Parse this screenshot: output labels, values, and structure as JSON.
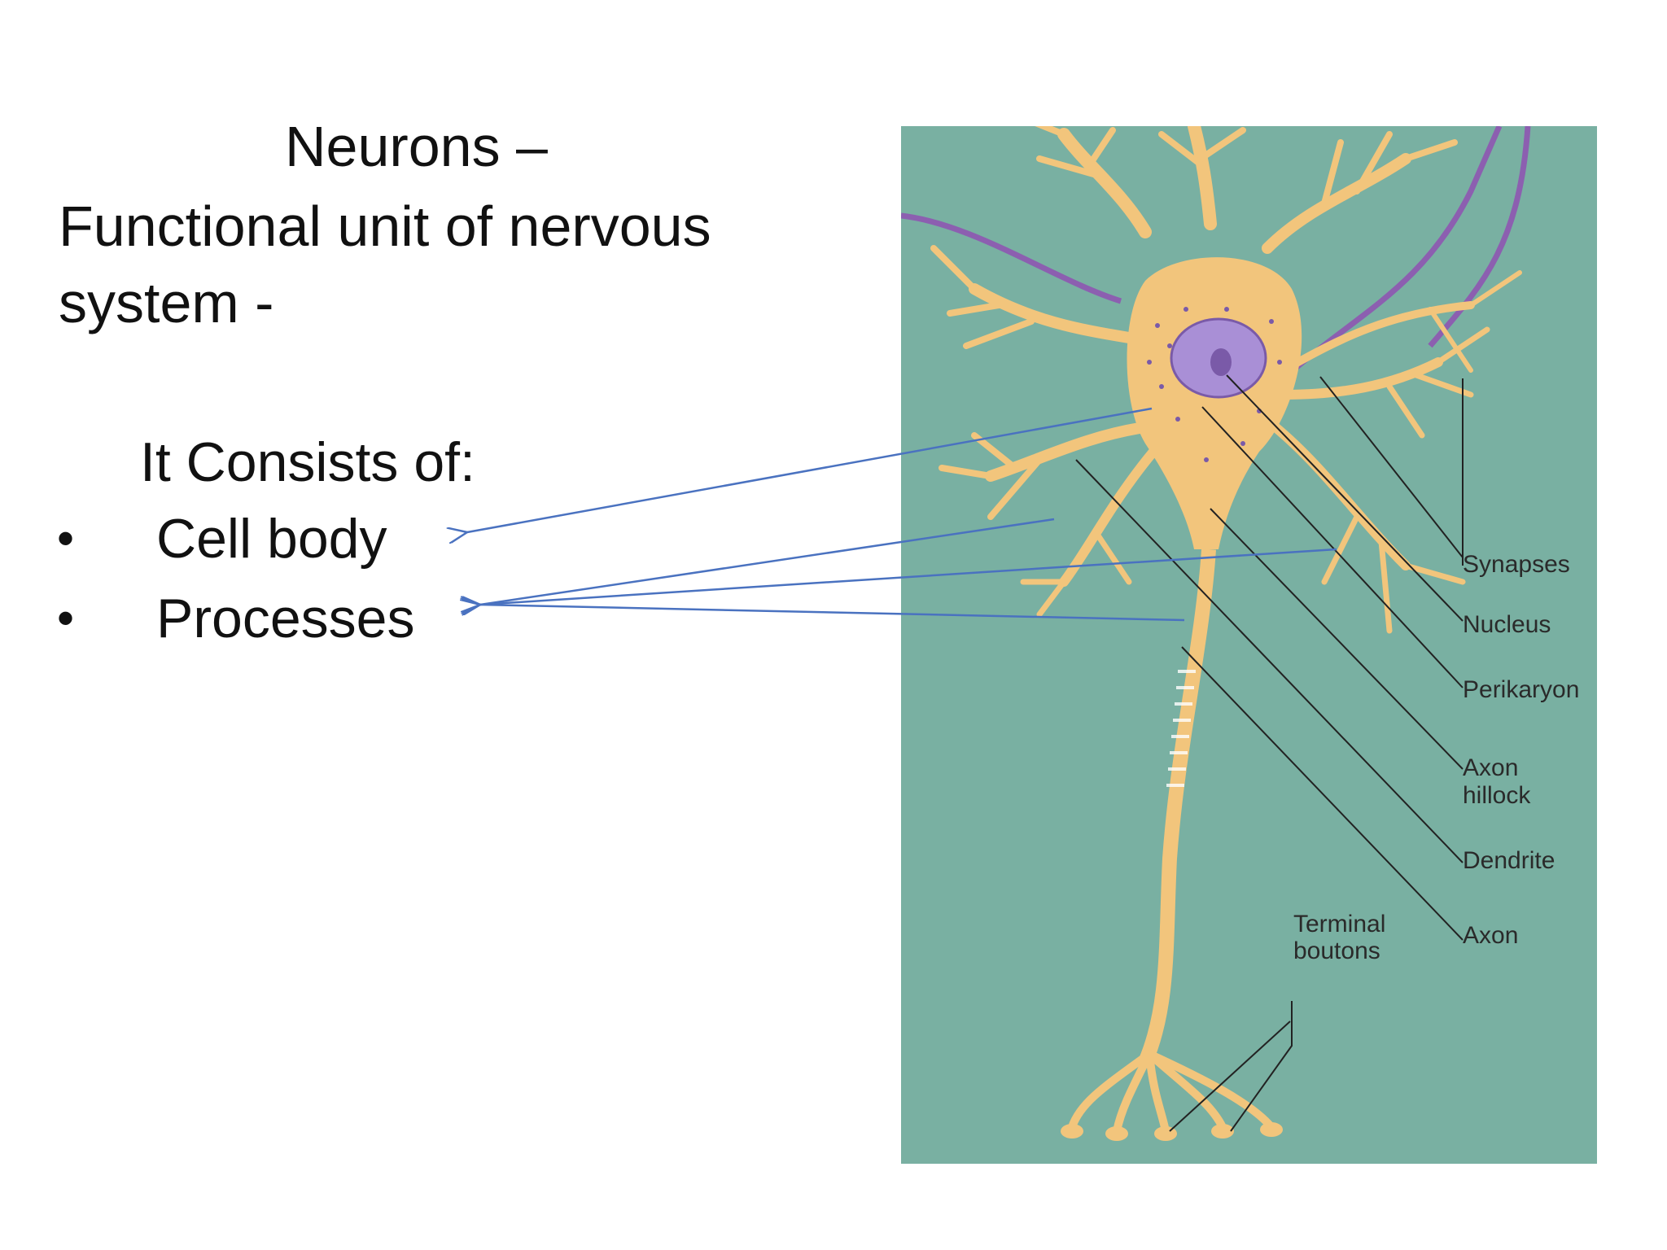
{
  "slide": {
    "title_line1": "Neurons –",
    "title_line2": "Functional unit of nervous",
    "title_line3": "system -",
    "consists_heading": "It Consists of:",
    "items": [
      {
        "bullet": "•",
        "label": "Cell body"
      },
      {
        "bullet": "•",
        "label": "Processes"
      }
    ]
  },
  "figure": {
    "background_color": "#79b0a2",
    "cell_color": "#f2c57c",
    "nucleus_color": "#a98fd6",
    "labels": {
      "synapses": "Synapses",
      "nucleus": "Nucleus",
      "perikaryon": "Perikaryon",
      "axon_hillock_1": "Axon",
      "axon_hillock_2": "hillock",
      "dendrite": "Dendrite",
      "axon": "Axon",
      "terminal_1": "Terminal",
      "terminal_2": "boutons"
    }
  },
  "arrow_color": "#4a72c0"
}
